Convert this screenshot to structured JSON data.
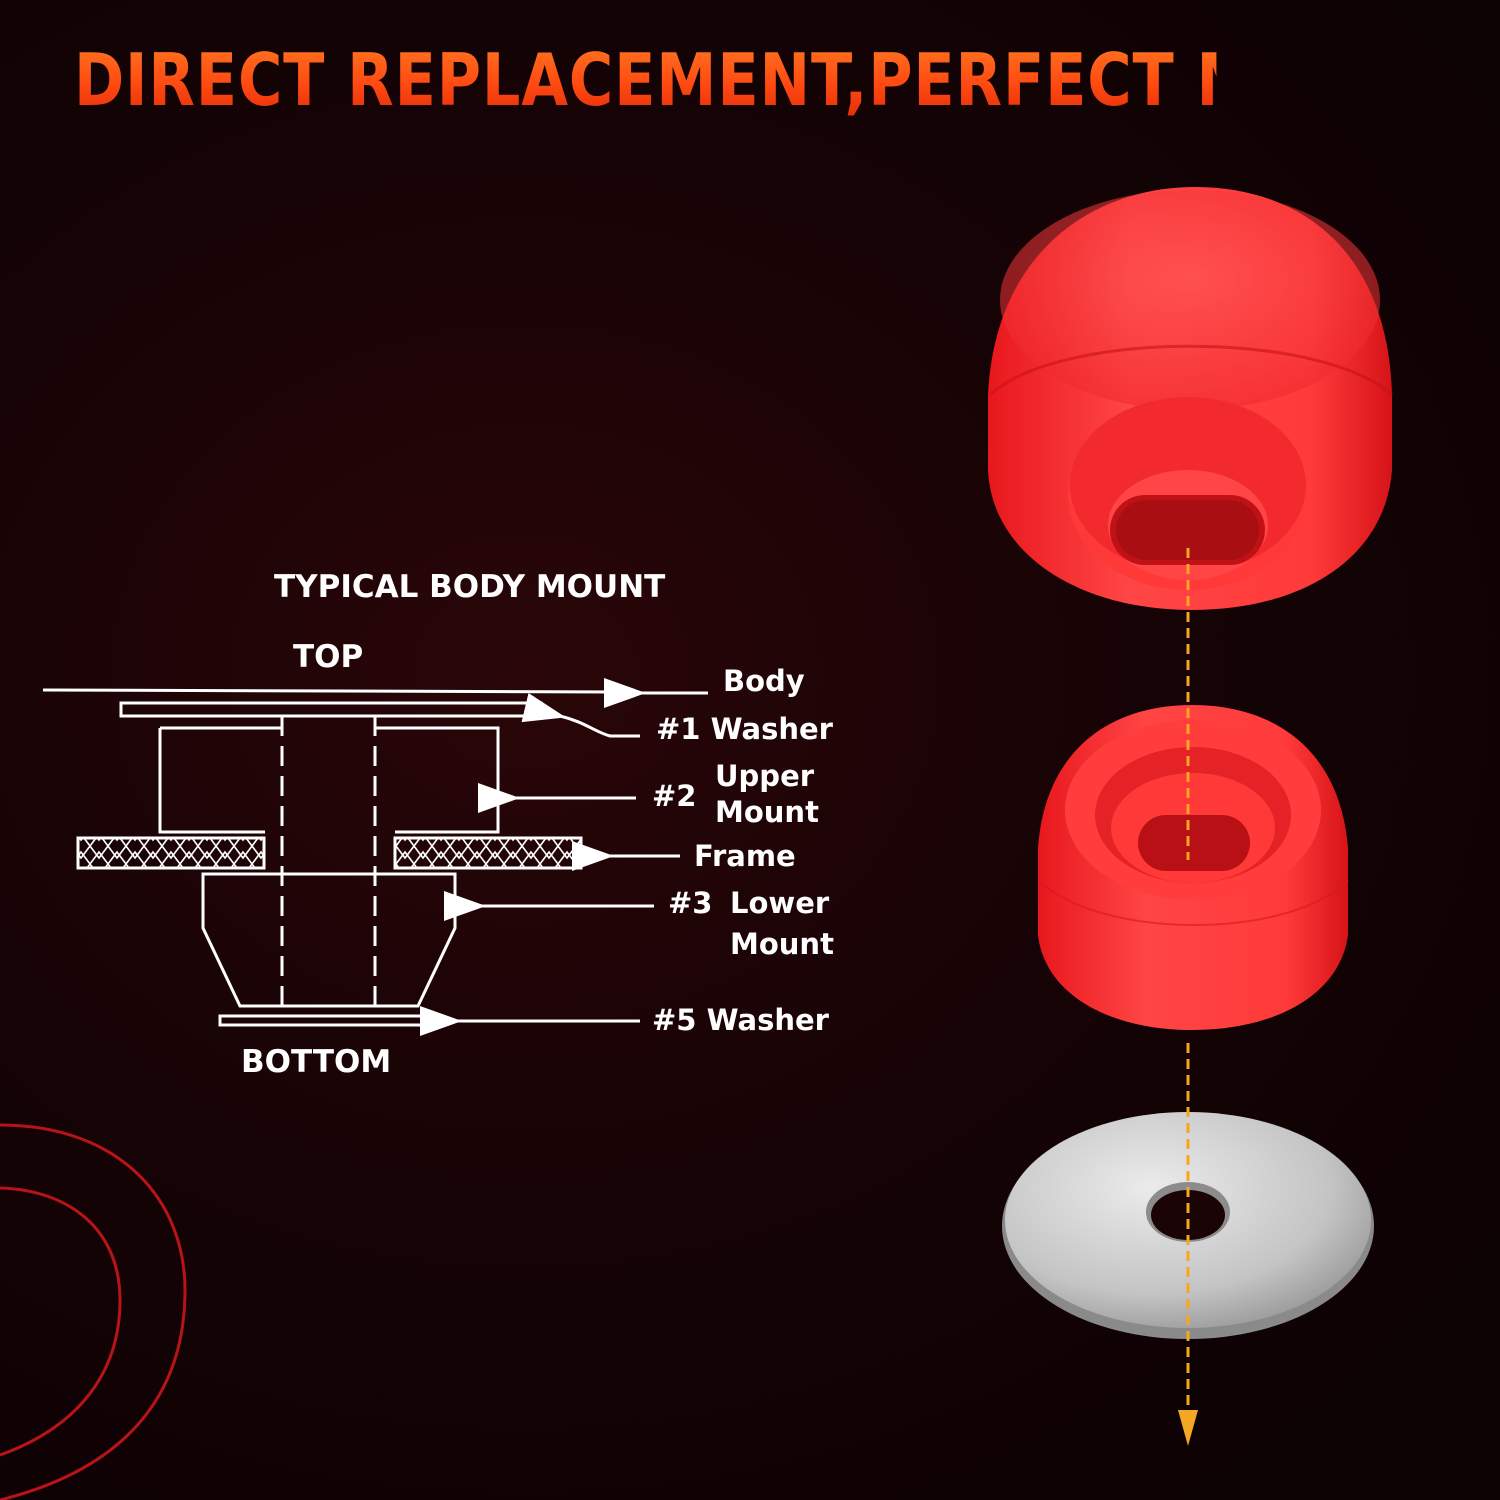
{
  "headline": "DIRECT REPLACEMENT,PERFECT MATCH",
  "diagram": {
    "title": "TYPICAL BODY MOUNT",
    "top_label": "TOP",
    "bottom_label": "BOTTOM",
    "parts": {
      "body": "Body",
      "washer1": "#1 Washer",
      "upper_number": "#2",
      "upper_name_line1": "Upper",
      "upper_name_line2": "Mount",
      "frame": "Frame",
      "lower_number": "#3",
      "lower_name_line1": "Lower",
      "lower_name_line2": "Mount",
      "washer5": "#5 Washer"
    }
  },
  "colors": {
    "headline": "#ff5a1e",
    "bushing_red": "#ff3c3c",
    "arrow_orange": "#f5a623",
    "washer_silver": "#c9c9c9",
    "background": "#160305"
  }
}
